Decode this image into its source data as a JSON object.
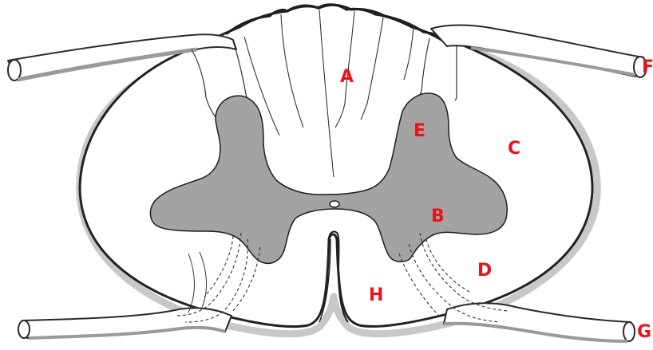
{
  "diagram": {
    "label_color": "#e8141c",
    "grey_matter_color": "#a3a3a3",
    "white_matter_color": "#ffffff",
    "outline_color": "#222222",
    "labels": {
      "A": "A",
      "B": "B",
      "C": "C",
      "D": "D",
      "E": "E",
      "F": "F",
      "G": "G",
      "H": "H"
    }
  }
}
